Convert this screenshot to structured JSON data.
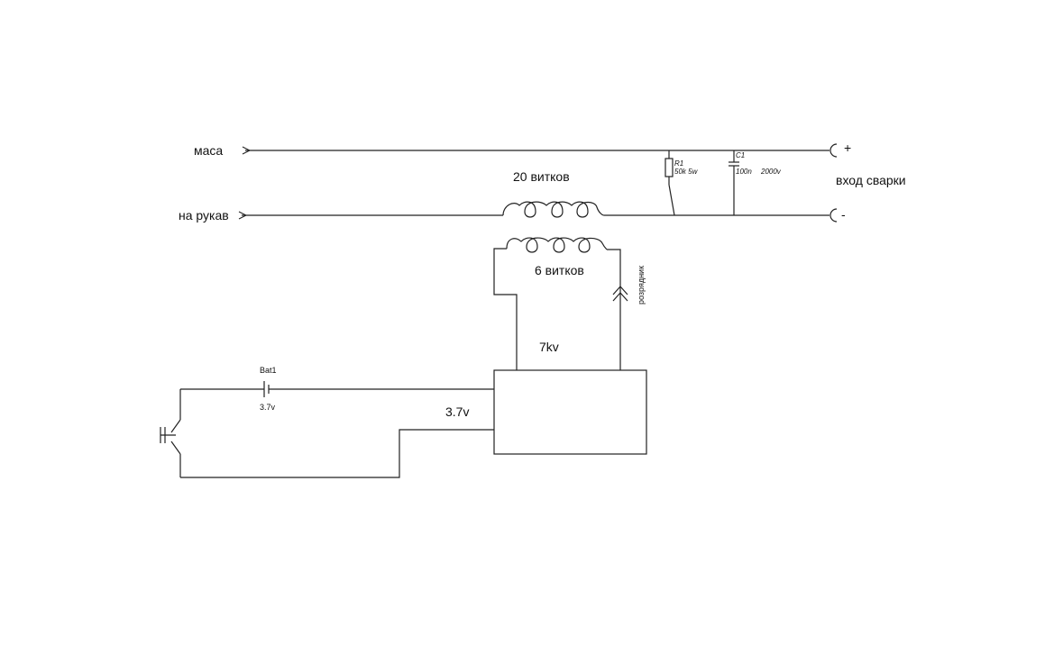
{
  "labels": {
    "masa": "маса",
    "na_rukav": "на рукав",
    "coil_primary": "20 витков",
    "coil_secondary": "6 витков",
    "r1_name": "R1",
    "r1_value": "50k 5w",
    "c1_name": "C1",
    "c1_value": "100n",
    "c1_voltage": "2000v",
    "plus": "+",
    "minus": "-",
    "vhod_svarki": "вход сварки",
    "rozryadnik": "розрядник",
    "hv": "7kv",
    "bat_name": "Bat1",
    "bat_voltage": "3.7v",
    "module_input": "3.7v"
  }
}
